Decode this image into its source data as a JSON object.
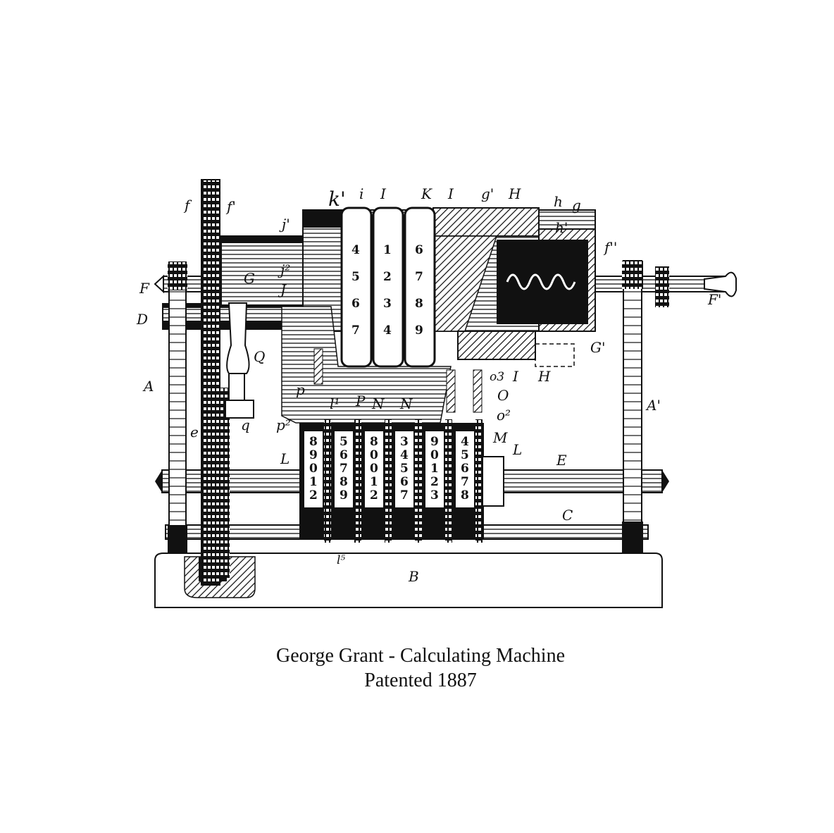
{
  "caption": {
    "title": "George Grant - Calculating Machine",
    "subtitle": "Patented 1887"
  },
  "labels": {
    "f": "f",
    "f1": "f'",
    "k1": "k'",
    "i": "i",
    "I_top": "I",
    "K": "K",
    "I_top2": "I",
    "g1": "g'",
    "H_top": "H",
    "h": "h",
    "g": "g",
    "h1": "h'",
    "j4": "j'",
    "j2": "j²",
    "G_cyl": "G",
    "J": "J",
    "F": "F",
    "F1": "F'",
    "f4": "f''",
    "D": "D",
    "G1": "G'",
    "Q": "Q",
    "A": "A",
    "A1": "A'",
    "p": "p",
    "q": "q",
    "e": "e",
    "o3": "o3",
    "I_low": "I",
    "H_low": "H",
    "O": "O",
    "o2": "o²",
    "l1": "l¹",
    "P": "P",
    "N1": "N",
    "N2": "N",
    "p2": "p²",
    "M": "M",
    "L_left": "L",
    "L_right": "L",
    "E": "E",
    "C": "C",
    "l5": "l⁵",
    "B": "B"
  },
  "upper_wheel_digits": [
    [
      "4",
      "5",
      "6",
      "7"
    ],
    [
      "1",
      "2",
      "3",
      "4"
    ],
    [
      "6",
      "7",
      "8",
      "9"
    ]
  ],
  "lower_wheel_digits": [
    [
      "8",
      "9",
      "0",
      "1",
      "2"
    ],
    [
      "5",
      "6",
      "7",
      "8",
      "9"
    ],
    [
      "8",
      "0",
      "0",
      "1",
      "2"
    ],
    [
      "3",
      "4",
      "5",
      "6",
      "7"
    ],
    [
      "9",
      "0",
      "1",
      "2",
      "3"
    ],
    [
      "4",
      "5",
      "6",
      "7",
      "8"
    ]
  ],
  "colors": {
    "ink": "#111111",
    "paper": "#ffffff"
  }
}
